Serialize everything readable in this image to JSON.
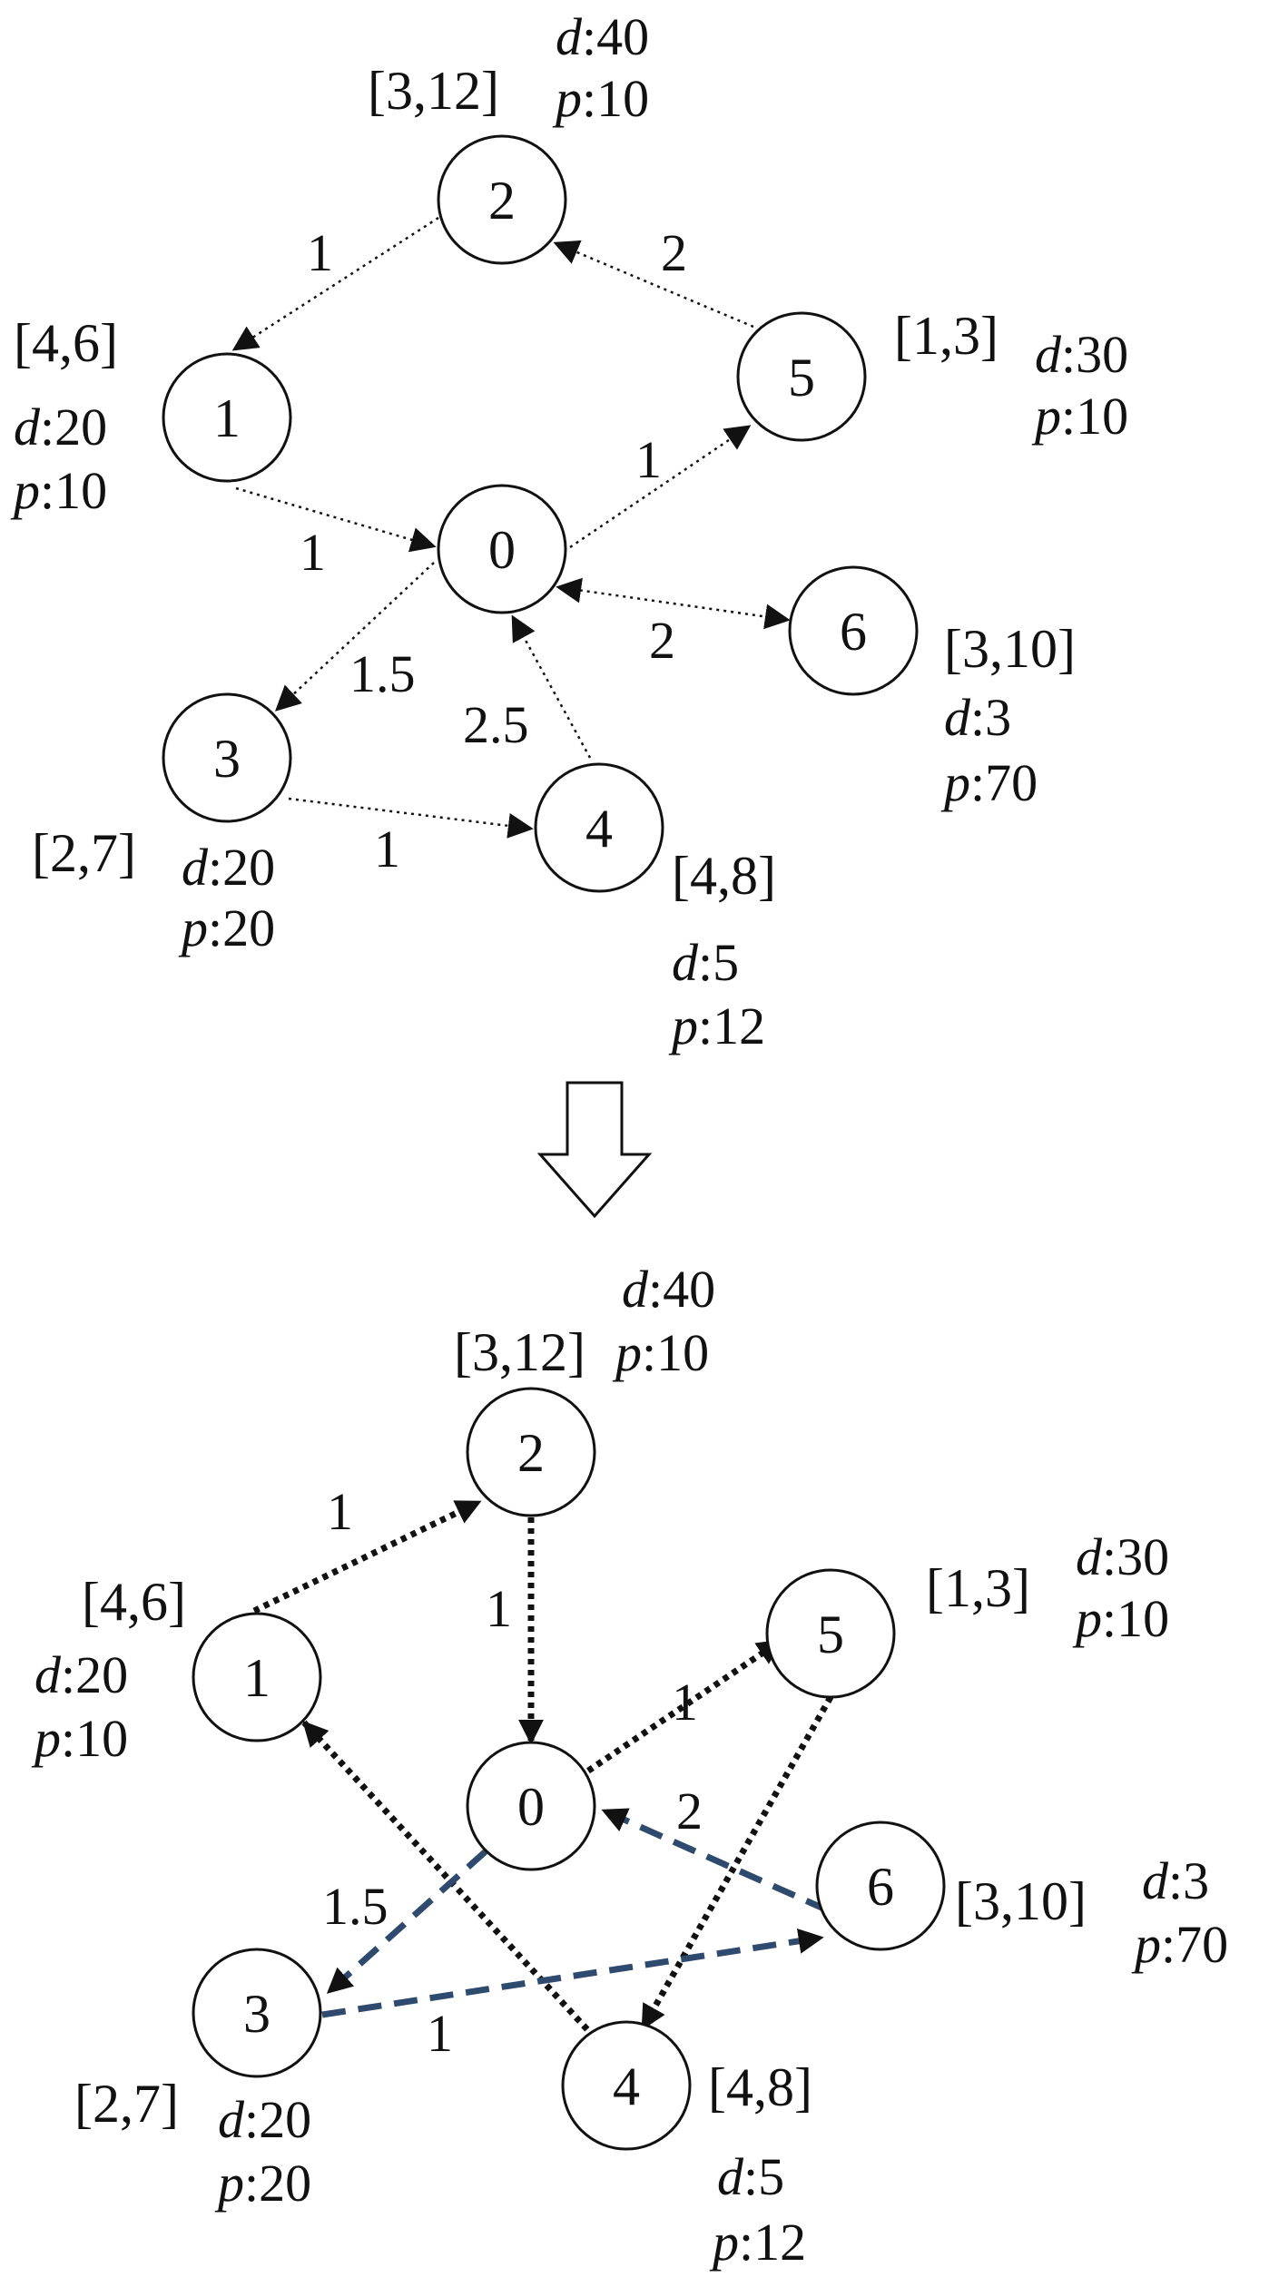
{
  "colors": {
    "ink": "#111111",
    "dashed_edge": "#2e4a6e"
  },
  "diagrams": [
    {
      "nodes": [
        {
          "id": "0",
          "label": "0"
        },
        {
          "id": "1",
          "label": "1",
          "window": "[4,6]",
          "d": "20",
          "p": "10"
        },
        {
          "id": "2",
          "label": "2",
          "window": "[3,12]",
          "d": "40",
          "p": "10"
        },
        {
          "id": "3",
          "label": "3",
          "window": "[2,7]",
          "d": "20",
          "p": "20"
        },
        {
          "id": "4",
          "label": "4",
          "window": "[4,8]",
          "d": "5",
          "p": "12"
        },
        {
          "id": "5",
          "label": "5",
          "window": "[1,3]",
          "d": "30",
          "p": "10"
        },
        {
          "id": "6",
          "label": "6",
          "window": "[3,10]",
          "d": "3",
          "p": "70"
        }
      ],
      "edges": [
        {
          "from": "2",
          "to": "1",
          "weight": "1",
          "style": "dotted"
        },
        {
          "from": "5",
          "to": "2",
          "weight": "2",
          "style": "dotted"
        },
        {
          "from": "1",
          "to": "0",
          "weight": "1",
          "style": "dotted"
        },
        {
          "from": "0",
          "to": "5",
          "weight": "1",
          "style": "dotted"
        },
        {
          "from": "0",
          "to": "6",
          "weight": "2",
          "style": "dotted",
          "bidirectional": true
        },
        {
          "from": "0",
          "to": "3",
          "weight": "1.5",
          "style": "dotted"
        },
        {
          "from": "4",
          "to": "0",
          "weight": "2.5",
          "style": "dotted"
        },
        {
          "from": "3",
          "to": "4",
          "weight": "1",
          "style": "dotted"
        }
      ]
    },
    {
      "nodes": [
        {
          "id": "0",
          "label": "0"
        },
        {
          "id": "1",
          "label": "1",
          "window": "[4,6]",
          "d": "20",
          "p": "10"
        },
        {
          "id": "2",
          "label": "2",
          "window": "[3,12]",
          "d": "40",
          "p": "10"
        },
        {
          "id": "3",
          "label": "3",
          "window": "[2,7]",
          "d": "20",
          "p": "20"
        },
        {
          "id": "4",
          "label": "4",
          "window": "[4,8]",
          "d": "5",
          "p": "12"
        },
        {
          "id": "5",
          "label": "5",
          "window": "[1,3]",
          "d": "30",
          "p": "10"
        },
        {
          "id": "6",
          "label": "6",
          "window": "[3,10]",
          "d": "3",
          "p": "70"
        }
      ],
      "edges": [
        {
          "from": "1",
          "to": "2",
          "weight": "1",
          "style": "dotted-bold"
        },
        {
          "from": "2",
          "to": "0",
          "weight": "1",
          "style": "dotted-bold"
        },
        {
          "from": "0",
          "to": "5",
          "weight": "1",
          "style": "dotted-bold"
        },
        {
          "from": "5",
          "to": "4",
          "weight": "",
          "style": "dotted-bold"
        },
        {
          "from": "4",
          "to": "1",
          "weight": "",
          "style": "dotted-bold"
        },
        {
          "from": "0",
          "to": "3",
          "weight": "1.5",
          "style": "dashed"
        },
        {
          "from": "3",
          "to": "6",
          "weight": "1",
          "style": "dashed"
        },
        {
          "from": "6",
          "to": "0",
          "weight": "2",
          "style": "dashed"
        }
      ]
    }
  ]
}
